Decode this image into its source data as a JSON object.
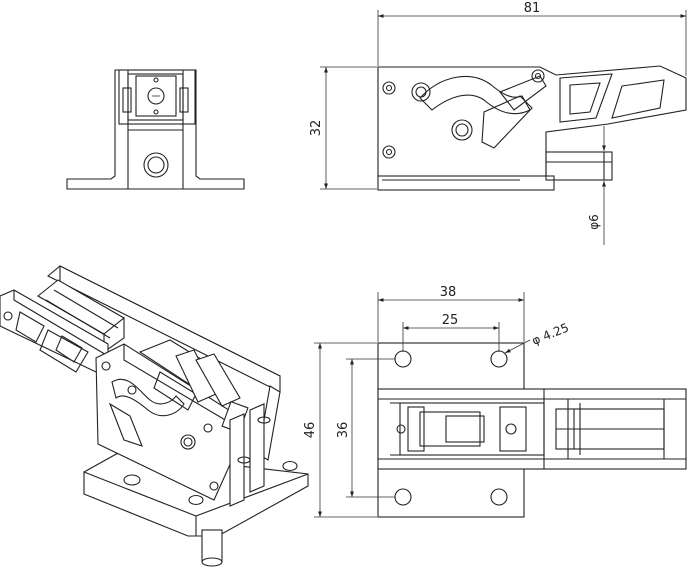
{
  "drawing": {
    "line_color": "#222222",
    "background": "#ffffff",
    "dimensions": {
      "side_length": "81",
      "side_height": "32",
      "pin_diameter": "φ6",
      "plate_width": "38",
      "hole_spacing_x": "25",
      "hole_diameter": "φ 4.25",
      "plate_height": "46",
      "hole_spacing_y": "36"
    }
  }
}
